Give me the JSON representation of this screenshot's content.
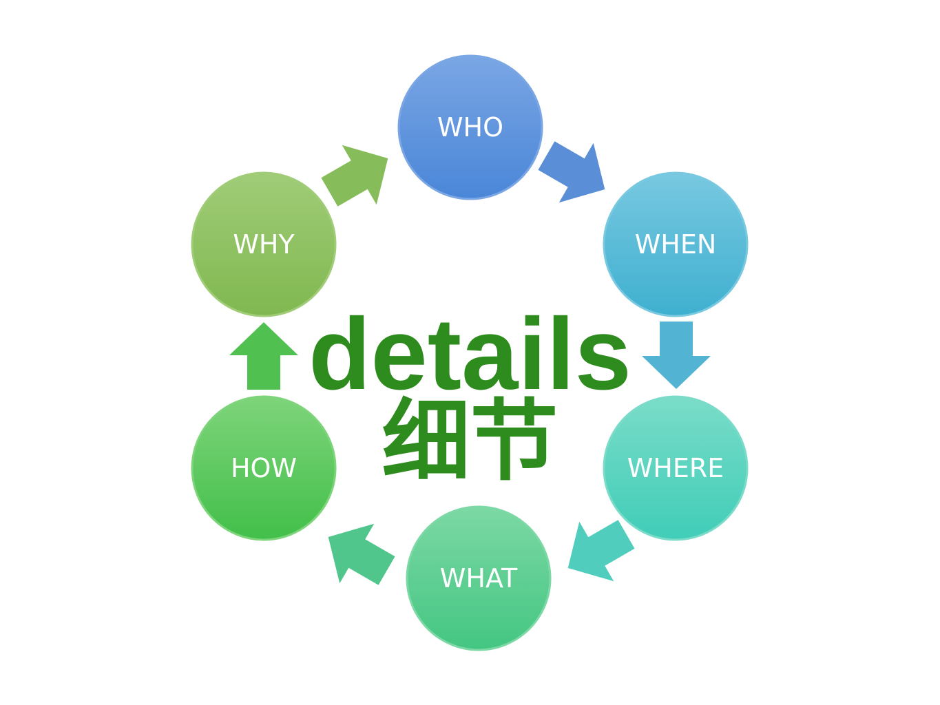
{
  "diagram": {
    "center_text": "details",
    "center_text_cn": "细节",
    "text_color": "#2e8b1e",
    "nodes": [
      {
        "label": "WHO",
        "color": "#4a86d8",
        "light": "#7aa6e4"
      },
      {
        "label": "WHEN",
        "color": "#3fb0d0",
        "light": "#78c8e0"
      },
      {
        "label": "WHERE",
        "color": "#40cdb8",
        "light": "#7adcc8"
      },
      {
        "label": "WHAT",
        "color": "#44c682",
        "light": "#7cd8a4"
      },
      {
        "label": "HOW",
        "color": "#42bf4a",
        "light": "#7ed47a"
      },
      {
        "label": "WHY",
        "color": "#80b850",
        "light": "#a0cc78"
      }
    ],
    "arrows": [
      {
        "from": "WHO",
        "to": "WHEN",
        "color": "#5a8ed6"
      },
      {
        "from": "WHEN",
        "to": "WHERE",
        "color": "#52b4d2"
      },
      {
        "from": "WHERE",
        "to": "WHAT",
        "color": "#50cdbc"
      },
      {
        "from": "WHAT",
        "to": "HOW",
        "color": "#50c68c"
      },
      {
        "from": "HOW",
        "to": "WHY",
        "color": "#50c050"
      },
      {
        "from": "WHY",
        "to": "WHO",
        "color": "#86bc5a"
      }
    ]
  }
}
